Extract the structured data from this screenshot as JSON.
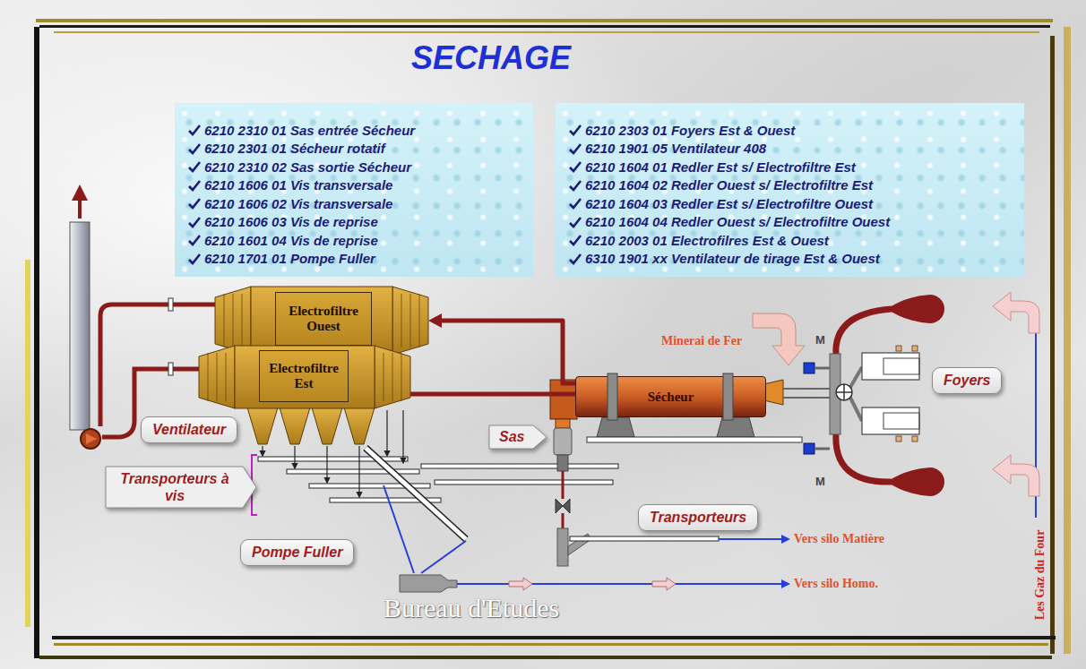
{
  "diagram": {
    "title": "SECHAGE",
    "nodes": [
      {
        "text": [
          "6210 2310 01 Sas entrée Sécheur",
          "6210 2301 01 Sécheur rotatif",
          "6210 2310 02 Sas sortie Sécheur",
          "6210 1606 01 Vis transversale",
          "6210 1606 02 Vis transversale",
          "6210 1606 03 Vis de reprise",
          "6210 1601 04 Vis de reprise",
          "6210 1701 01 Pompe Fuller"
        ]
      },
      {
        "text": [
          "6210 2303 01 Foyers Est & Ouest",
          "6210 1901 05 Ventilateur 408",
          "6210 1604 01 Redler Est s/ Electrofiltre Est",
          "6210 1604 02 Redler Ouest s/ Electrofiltre Est",
          "6210 1604 03 Redler Est s/ Electrofiltre Ouest",
          "6210 1604 04 Redler Ouest s/ Electrofiltre Ouest",
          "6210 2003 01 Electrofilres Est & Ouest",
          "6310 1901 xx Ventilateur de tirage Est & Ouest"
        ]
      },
      {
        "text": [
          "Electrofiltre Ouest"
        ]
      },
      {
        "text": [
          "Electrofiltre Est"
        ]
      },
      {
        "text": [
          "Sécheur"
        ]
      },
      {
        "text": [
          "Foyers"
        ]
      },
      {
        "text": [
          "Ventilateur"
        ]
      },
      {
        "text": [
          "Sas"
        ]
      },
      {
        "text": [
          "Transporteurs à vis"
        ]
      },
      {
        "text": [
          "Transporteurs"
        ]
      },
      {
        "text": [
          "Pompe Fuller"
        ]
      }
    ],
    "edges": [
      {
        "from": 4,
        "to": 2,
        "arrow": "to"
      },
      {
        "from": 4,
        "to": 3,
        "arrow": "none"
      }
    ],
    "labels": [
      "Minerai de Fer",
      "M",
      "M",
      "Vers silo Matière",
      "Vers silo Homo.",
      "Les Gaz du Four",
      "Bureau d'Etudes"
    ]
  }
}
